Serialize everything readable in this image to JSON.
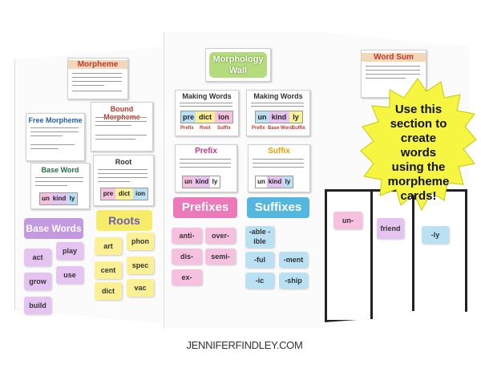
{
  "left_panel": {
    "morpheme_card": {
      "title": "Morpheme",
      "text": "A morpheme is a group of letters that has meaning. It can be part of a word or the entire word.",
      "note": "Base words, roots, and affixes are types of morphemes."
    },
    "free_card": {
      "title": "Free Morpheme",
      "text": "A free morpheme is a part of a word that can stand alone.",
      "note": "Base words are free morphemes."
    },
    "bound_card": {
      "title": "Bound Morpheme",
      "text": "A bound morpheme is a part of a word that cannot stand alone.",
      "note": "Roots, prefixes, and suffixes are bound morphemes."
    },
    "base_card": {
      "title": "Base Word",
      "text": "A base word can stand alone or have an affix added to it to create a new word.",
      "example": [
        "un",
        "kind",
        "ly"
      ]
    },
    "root_card": {
      "title": "Root",
      "text": "A root is part of a word that contains the core meaning. It is not a word by itself. It can be added to create new words.",
      "example": [
        "pre",
        "dict",
        "ion"
      ]
    },
    "base_words": {
      "header": "Base Words",
      "words": [
        "act",
        "play",
        "grow",
        "use",
        "build"
      ]
    },
    "roots": {
      "header": "Roots",
      "words": [
        "art",
        "phon",
        "cent",
        "spec",
        "dict",
        "vac"
      ]
    }
  },
  "middle_panel": {
    "title": "Morphology Wall",
    "making_words_1": {
      "title": "Making Words",
      "text": "The word prediction is made up of three word parts (morphemes): prefix, root and suffix.",
      "parts": [
        "pre",
        "dict",
        "ion"
      ],
      "labels": [
        "Prefix",
        "Root",
        "Suffix"
      ]
    },
    "making_words_2": {
      "title": "Making Words",
      "text": "The word unkindly is made up of three word parts (morphemes): prefix, base word and suffix.",
      "parts": [
        "un",
        "kind",
        "ly"
      ],
      "labels": [
        "Prefix",
        "Base Word",
        "Suffix"
      ]
    },
    "prefix_card": {
      "title": "Prefix",
      "text": "A prefix is a type of morpheme added to the beginning of a base word or root that changes its meaning.",
      "example": [
        "un",
        "kind",
        "ly"
      ]
    },
    "suffix_card": {
      "title": "Suffix",
      "text": "A suffix is a type of morpheme added to the end of a base word or root that changes its meaning.",
      "example": [
        "un",
        "kind",
        "ly"
      ]
    },
    "prefixes": {
      "header": "Prefixes",
      "words": [
        "anti-",
        "over-",
        "dis-",
        "semi-",
        "ex-"
      ]
    },
    "suffixes": {
      "header": "Suffixes",
      "words": [
        "-able -ible",
        "-ful",
        "-ment",
        "-ic",
        "-ship"
      ]
    }
  },
  "right_panel": {
    "word_sum_card": {
      "title": "Word Sum",
      "text": "A word sum shows how a word is built. It separates each meaningful word part (morpheme) with a plus sign."
    },
    "callout": "Use this section to create words using the morpheme cards!",
    "sort_cards": [
      "un-",
      "friend",
      "-ly"
    ]
  },
  "watermark": "JENNIFERFINDLEY.COM",
  "colors": {
    "lavender": "#e6c4f2",
    "pink": "#f6c0df",
    "yellow": "#fbf094",
    "blue": "#b9e0f3",
    "base_header": "#c39ae0",
    "roots_header": "#f7ec6a",
    "prefix_header": "#ec79b9",
    "suffix_header": "#54b7e0",
    "callout": "#f5f542",
    "title_green": "#b5dc7a"
  }
}
